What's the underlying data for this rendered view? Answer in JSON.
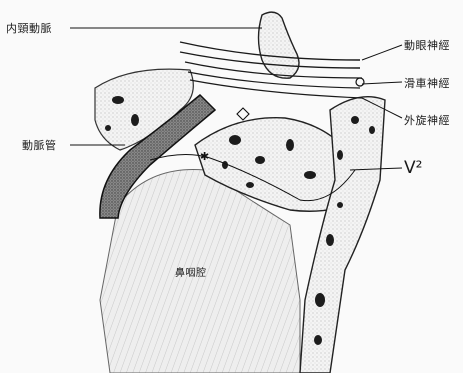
{
  "labels": {
    "internal_carotid": "内頸動脈",
    "oculomotor": "動眼神經",
    "trochlear": "滑車神經",
    "abducens": "外旋神經",
    "carotid_canal": "動脈管",
    "v2": "V²",
    "nasal_cavity": "鼻咽腔"
  },
  "colors": {
    "ink": "#1a1a1a",
    "paper": "#fafafa",
    "shade": "#4a4a4a"
  }
}
